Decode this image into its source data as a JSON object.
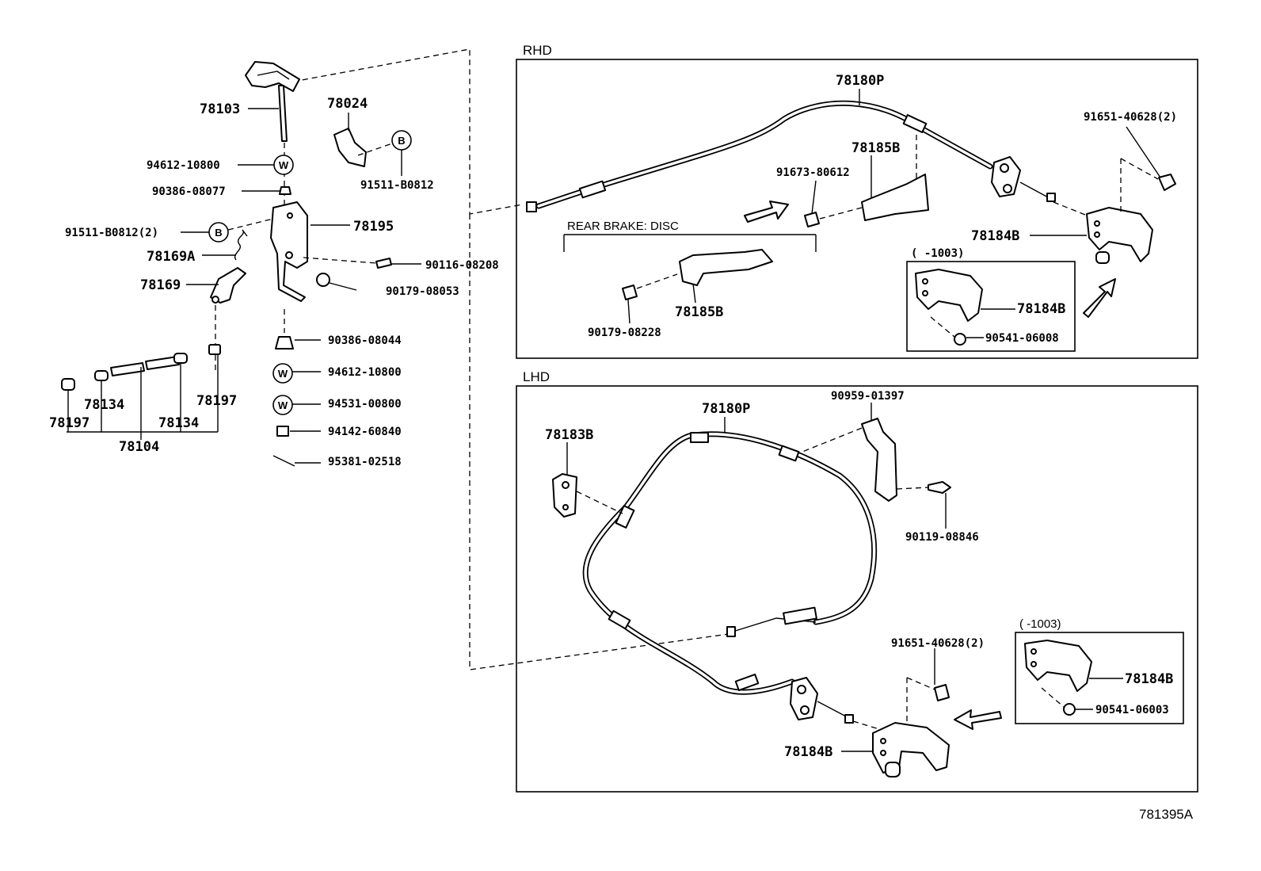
{
  "sections": {
    "rhd": "RHD",
    "lhd": "LHD",
    "rear_brake": "REAR BRAKE: DISC",
    "note_rhd": "(    -1003)",
    "note_lhd": "(    -1003)"
  },
  "labels": {
    "p78103": "78103",
    "p78024": "78024",
    "p94612a": "94612-10800",
    "p90386a": "90386-08077",
    "p91511a": "91511-B0812",
    "p91511b": "91511-B0812(2)",
    "p78195": "78195",
    "p78169a": "78169A",
    "p78169": "78169",
    "p90116": "90116-08208",
    "p90179a": "90179-08053",
    "p90386b": "90386-08044",
    "p94612b": "94612-10800",
    "p94531": "94531-00800",
    "p94142": "94142-60840",
    "p95381": "95381-02518",
    "p78197a": "78197",
    "p78134a": "78134",
    "p78134b": "78134",
    "p78197b": "78197",
    "p78104": "78104",
    "r78180": "78180P",
    "r91651": "91651-40628(2)",
    "r78185a": "78185B",
    "r91673": "91673-80612",
    "r78184a": "78184B",
    "r78185b": "78185B",
    "r90179": "90179-08228",
    "r78184b": "78184B",
    "r90541": "90541-06008",
    "l78180": "78180P",
    "l90959": "90959-01397",
    "l78183": "78183B",
    "l90119": "90119-08846",
    "l91651": "91651-40628(2)",
    "l78184a": "78184B",
    "l90541": "90541-06003",
    "l78184b": "78184B"
  },
  "markers": {
    "b": "B",
    "w": "W"
  },
  "figure_id": "781395A"
}
